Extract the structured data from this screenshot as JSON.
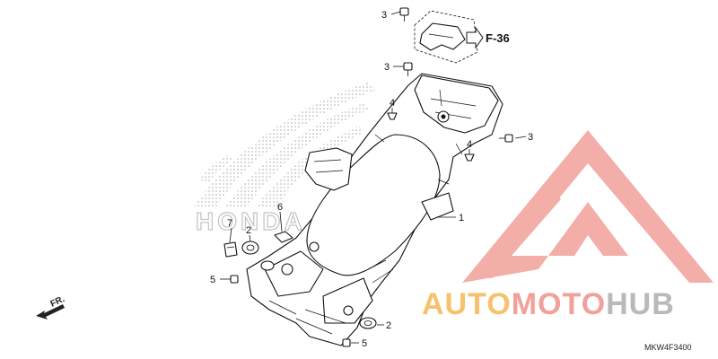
{
  "callouts": {
    "c1": "1",
    "c2a": "2",
    "c2b": "2",
    "c3a": "3",
    "c3b": "3",
    "c3c": "3",
    "c4a": "4",
    "c4b": "4",
    "c5a": "5",
    "c5b": "5",
    "c6": "6",
    "c7": "7"
  },
  "reference": "F-36",
  "direction_label": "FR.",
  "diagram_code": "MKW4F3400",
  "watermark": {
    "part1": "AUTO",
    "part2": "MOTO",
    "part3": "HUB",
    "color_orange": "#f6c26b",
    "color_pink": "#f2a09a",
    "color_gray": "#b9b9b9"
  },
  "background_logo": {
    "icon": "honda-wing-icon",
    "text": "HONDA"
  },
  "icons": {
    "watermark_logo": "triangle-m-logo-icon",
    "front_arrow": "front-arrow-icon",
    "reference_arrow": "reference-arrow-icon"
  }
}
